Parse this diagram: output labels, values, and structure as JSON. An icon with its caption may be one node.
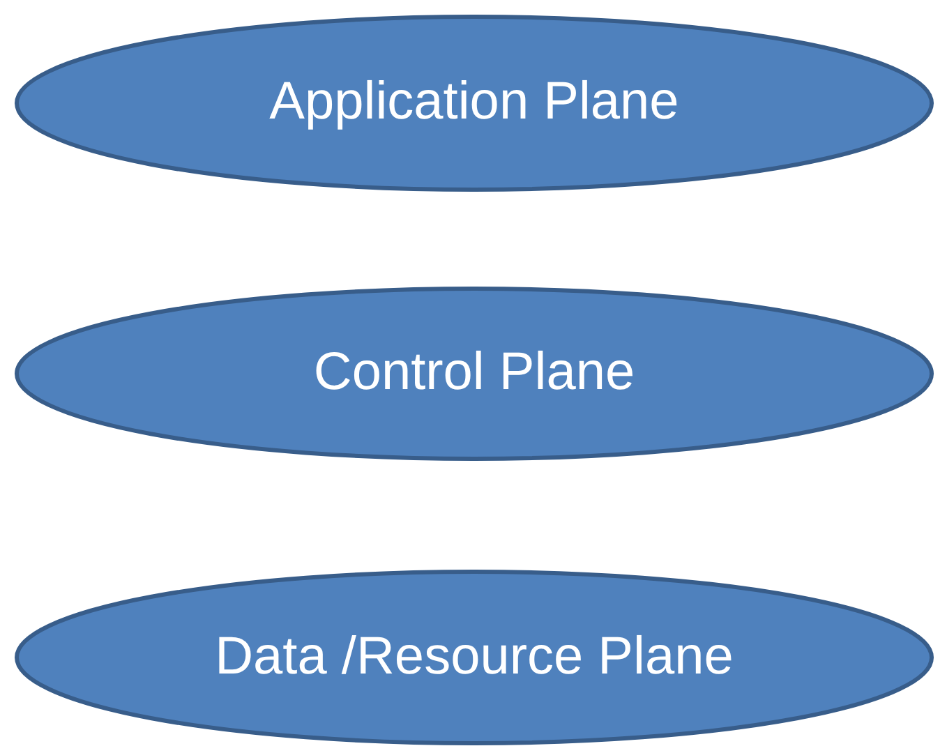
{
  "diagram": {
    "nodes": [
      {
        "text": [
          "Application Plane"
        ]
      },
      {
        "text": [
          "Control Plane"
        ]
      },
      {
        "text": [
          "Data /Resource Plane"
        ]
      }
    ]
  }
}
